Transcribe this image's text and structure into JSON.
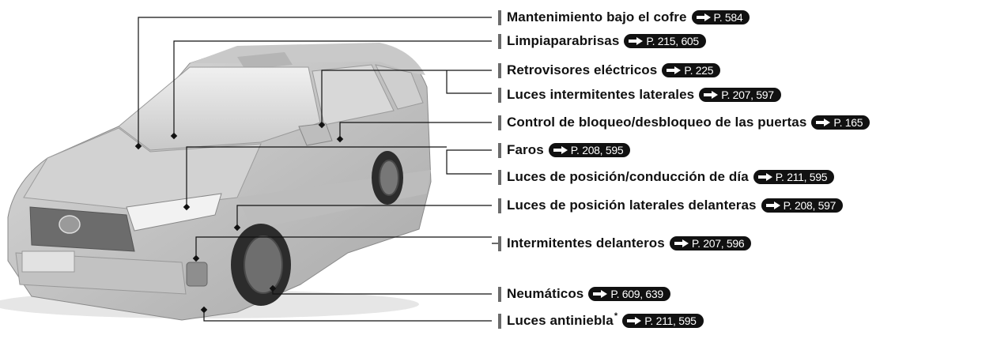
{
  "labels": [
    {
      "text": "Mantenimiento bajo el cofre",
      "ref": "P. 584"
    },
    {
      "text": "Limpiaparabrisas",
      "ref": "P. 215, 605"
    },
    {
      "text": "Retrovisores eléctricos",
      "ref": "P. 225"
    },
    {
      "text": "Luces intermitentes laterales",
      "ref": "P. 207, 597"
    },
    {
      "text": "Control de bloqueo/desbloqueo de las puertas",
      "ref": "P. 165"
    },
    {
      "text": "Faros",
      "ref": "P. 208, 595"
    },
    {
      "text": "Luces de posición/conducción de día",
      "ref": "P. 211, 595"
    },
    {
      "text": "Luces de posición laterales delanteras",
      "ref": "P. 208, 597"
    },
    {
      "text": "Intermitentes delanteros",
      "ref": "P. 207, 596"
    },
    {
      "text": "Neumáticos",
      "ref": "P. 609, 639"
    },
    {
      "text": "Luces antiniebla",
      "asterisk": "*",
      "ref": "P. 211, 595"
    }
  ],
  "colors": {
    "line": "#111111",
    "bar": "#6b6b6b",
    "badge": "#111111"
  }
}
